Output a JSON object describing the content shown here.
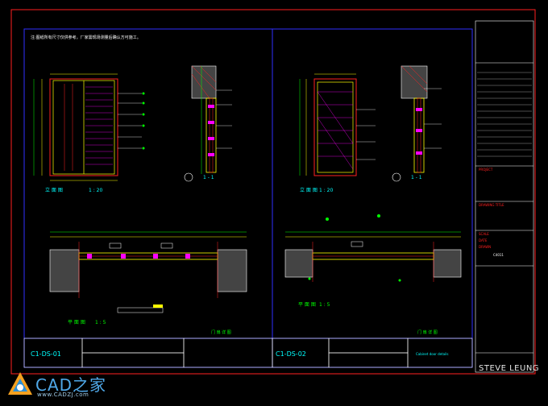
{
  "drawing": {
    "note_top": "注:图纸所有尺寸仅供参考，厂家需现场测量后确认方可施工。",
    "left_panel": {
      "elevation_label": "立 面 图",
      "elevation_scale": "1 : 20",
      "section_label": "1 - 1",
      "plan_label": "平 面 图",
      "plan_scale": "1 : 5",
      "sub_note": "门 扇 详 图",
      "sheet_code": "C1-DS-01"
    },
    "right_panel": {
      "elevation_label": "立 面 图",
      "elevation_scale": "1 : 20",
      "section_label": "1 - 1",
      "plan_label": "平 面 图",
      "plan_scale": "1 : 5",
      "sub_note": "门 扇 详 图",
      "sheet_code": "C1-DS-02",
      "title_cell": "Cabinet door details"
    },
    "title_block": {
      "project": "PROJECT",
      "drawing": "DRAWING TITLE",
      "scale": "SCALE",
      "date": "DATE",
      "drawn": "DRAWN",
      "code": "C4011",
      "brand": "STEVE LEUNG"
    }
  },
  "watermark": {
    "name": "CAD之家",
    "url": "www.CADZJ.com"
  },
  "colors": {
    "background": "#000000",
    "border": "#ff2020",
    "frame": "#3030ff",
    "lines": "#ffff00",
    "detail": "#ff00ff",
    "green": "#00ff00",
    "cyan": "#00ffff",
    "white": "#ffffff"
  }
}
